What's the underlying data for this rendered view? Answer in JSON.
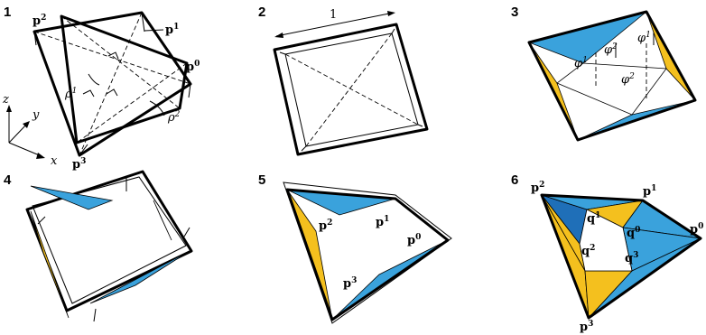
{
  "panels": [
    {
      "number": "1"
    },
    {
      "number": "2",
      "dimension_label": "1"
    },
    {
      "number": "3"
    },
    {
      "number": "4"
    },
    {
      "number": "5"
    },
    {
      "number": "6"
    }
  ],
  "labels": {
    "p": "p",
    "q": "q",
    "rho": "ρ",
    "phi": "φ",
    "x": "x",
    "y": "y",
    "z": "z",
    "s0": "0",
    "s1": "1",
    "s2": "2",
    "s3": "3"
  },
  "colors": {
    "blue": "#3aa2dc",
    "blue_dark": "#1f6fb8",
    "gold": "#f4c01e",
    "gold_dark": "#e0a400",
    "line": "#000000"
  }
}
